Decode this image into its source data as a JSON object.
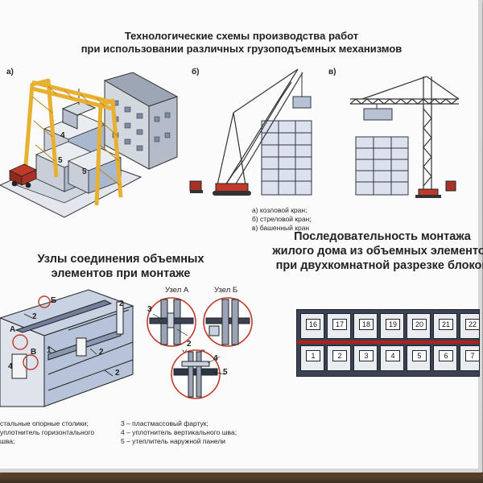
{
  "top": {
    "title_line1": "Технологические схемы производства работ",
    "title_line2": "при использовании различных грузоподъемных механизмов",
    "panel_a": "а)",
    "panel_b": "б)",
    "panel_v": "в)",
    "block_numbers": [
      "4",
      "5",
      "5"
    ],
    "legend": [
      "а) козловой кран;",
      "б) стреловой кран;",
      "в) башенный кран"
    ]
  },
  "joints": {
    "title_line1": "Узлы соединения объемных",
    "title_line2": "элементов при монтаже",
    "node_a": "Узел А",
    "node_b": "Узел Б",
    "node_v": "Узел В",
    "markers": [
      "А",
      "Б",
      "В"
    ],
    "callouts": [
      "1",
      "2",
      "2",
      "2",
      "2",
      "4",
      "3",
      "4",
      "5"
    ],
    "legend_left": [
      "стальные опорные столики;",
      "уплотнитель горизонтального",
      "шва;"
    ],
    "legend_right": [
      "3 – пластмассовый фартук;",
      "4 – уплотнитель вертикального шва;",
      "5 – утеплитель наружной панели"
    ]
  },
  "sequence": {
    "title_line1": "Последовательность монтажа",
    "title_line2": "жилого дома из объемных элементов",
    "title_line3": "при двухкомнатной разрезке блоков",
    "upper_numbers": [
      "16",
      "17",
      "18",
      "19",
      "20",
      "21",
      "22"
    ],
    "lower_numbers": [
      "1",
      "2",
      "3",
      "4",
      "5",
      "6",
      "7"
    ]
  },
  "colors": {
    "crane_yellow": "#e8b030",
    "block_grey": "#c9ced8",
    "block_blue": "#a9b7cf",
    "detail_red": "#c0392b",
    "strip_red": "#b3201e"
  }
}
